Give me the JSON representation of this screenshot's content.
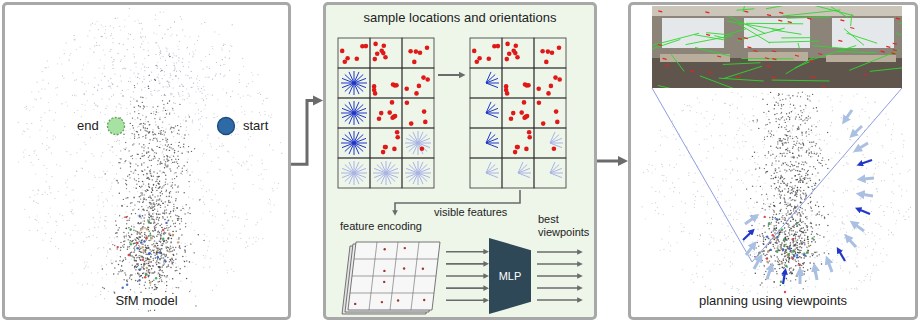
{
  "diagram": {
    "nodes": [
      {
        "text": [
          "SfM model"
        ]
      },
      {
        "text": [
          "end"
        ],
        "in": 0
      },
      {
        "text": [
          "start"
        ],
        "in": 0
      },
      {
        "text": [
          "sample locations and orientations"
        ]
      },
      {
        "text": [
          "feature encoding"
        ],
        "in": 3
      },
      {
        "text": [
          "MLP"
        ],
        "in": 3
      },
      {
        "text": [
          "planning using viewpoints"
        ]
      }
    ],
    "edges": [
      {
        "from": 0,
        "to": 3,
        "arrow": "to"
      },
      {
        "from": 3,
        "to": 6,
        "arrow": "to"
      },
      {
        "from": 4,
        "to": 5,
        "arrow": "to"
      },
      {
        "from": 4,
        "to": 5,
        "arrow": "to"
      },
      {
        "from": 4,
        "to": 5,
        "arrow": "to"
      },
      {
        "from": 4,
        "to": 5,
        "arrow": "to"
      },
      {
        "from": 4,
        "to": 5,
        "arrow": "to"
      }
    ],
    "labels": [
      "visible features",
      "best viewpoints"
    ]
  }
}
